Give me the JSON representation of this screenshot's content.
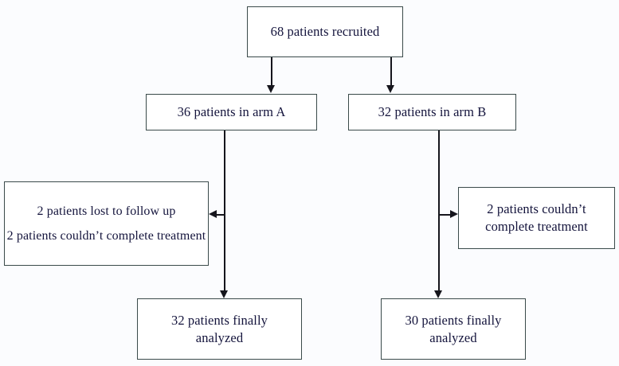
{
  "chart_data": {
    "type": "diagram",
    "title": "Patient recruitment and allocation flow diagram",
    "nodes": [
      {
        "id": "recruited",
        "label": "68 patients recruited",
        "lines": [
          "68 patients recruited"
        ],
        "count": 68
      },
      {
        "id": "arm_a",
        "label": "36 patients in arm A",
        "lines": [
          "36 patients in arm A"
        ],
        "count": 36
      },
      {
        "id": "arm_b",
        "label": "32 patients in arm B",
        "lines": [
          "32 patients in arm B"
        ],
        "count": 32
      },
      {
        "id": "dropout_a",
        "label": "2 patients lost to follow up / 2 patients couldn’t complete treatment",
        "paragraphs": [
          "2 patients lost to follow up",
          "2 patients couldn’t complete treatment"
        ],
        "count": 4
      },
      {
        "id": "dropout_b",
        "label": "2 patients couldn’t complete treatment",
        "lines": [
          "2 patients couldn’t complete",
          "treatment"
        ],
        "count": 2
      },
      {
        "id": "analyzed_a",
        "label": "32 patients finally analyzed",
        "lines": [
          "32 patients finally",
          "analyzed"
        ],
        "count": 32
      },
      {
        "id": "analyzed_b",
        "label": "30 patients finally analyzed",
        "lines": [
          "30 patients finally",
          "analyzed"
        ],
        "count": 30
      }
    ],
    "edges": [
      {
        "from": "recruited",
        "to": "arm_a",
        "direction": "down"
      },
      {
        "from": "recruited",
        "to": "arm_b",
        "direction": "down"
      },
      {
        "from": "arm_a",
        "to": "dropout_a",
        "direction": "left"
      },
      {
        "from": "arm_a",
        "to": "analyzed_a",
        "direction": "down"
      },
      {
        "from": "arm_b",
        "to": "dropout_b",
        "direction": "right"
      },
      {
        "from": "arm_b",
        "to": "analyzed_b",
        "direction": "down"
      }
    ],
    "colors": {
      "background": "#fbfcfe",
      "box_fill": "#ffffff",
      "box_border": "#3a4a4a",
      "connector": "#15151c",
      "text": "#14143c"
    }
  },
  "nodes": {
    "recruited": {
      "line1": "68 patients recruited"
    },
    "arm_a": {
      "line1": "36 patients in arm A"
    },
    "arm_b": {
      "line1": "32 patients in arm B"
    },
    "dropout_a": {
      "para1": "2 patients lost to follow up",
      "para2": "2 patients couldn’t complete treatment"
    },
    "dropout_b": {
      "line1": "2 patients couldn’t",
      "line2": "complete treatment"
    },
    "analyzed_a": {
      "line1": "32 patients finally",
      "line2": "analyzed"
    },
    "analyzed_b": {
      "line1": "30 patients finally",
      "line2": "analyzed"
    }
  }
}
